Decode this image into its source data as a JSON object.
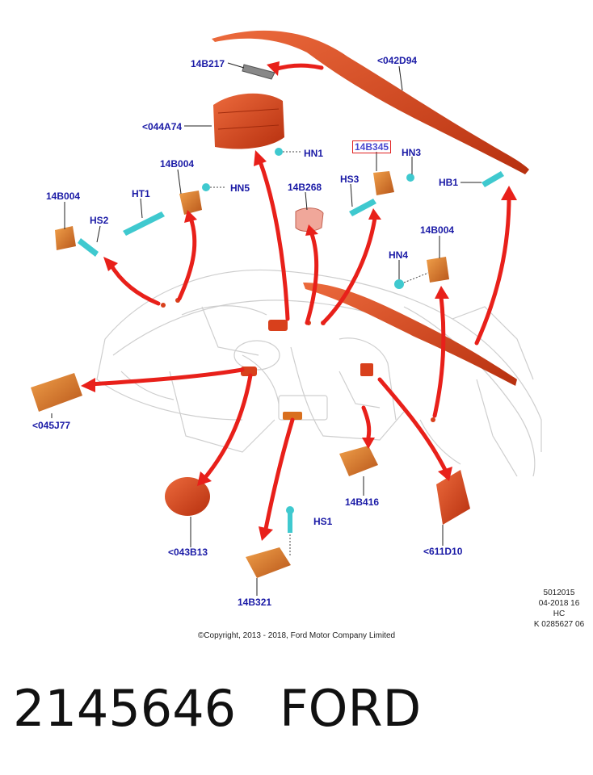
{
  "callouts": {
    "c042D94": "<042D94",
    "c14B217": "14B217",
    "c044A74": "<044A74",
    "cHN1": "HN1",
    "c14B345": "14B345",
    "cHN3": "HN3",
    "cHS3": "HS3",
    "cHB1": "HB1",
    "c14B004a": "14B004",
    "cHT1": "HT1",
    "cHN5": "HN5",
    "c14B268": "14B268",
    "c14B004b": "14B004",
    "cHS2": "HS2",
    "c14B004c": "14B004",
    "cHN4": "HN4",
    "c045J77": "<045J77",
    "c043B13": "<043B13",
    "cHS1": "HS1",
    "c14B321": "14B321",
    "c14B416": "14B416",
    "c611D10": "<611D10"
  },
  "meta": {
    "line1": "5012015",
    "line2": "04-2018 16",
    "line3": "HC",
    "line4": "K 0285627 06"
  },
  "copyright": "©Copyright, 2013 - 2018, Ford Motor Company Limited",
  "caption": {
    "part_number": "2145646",
    "brand": "FORD"
  },
  "colors": {
    "label": "#1a1aa6",
    "arrow": "#e8201a",
    "part_orange": "#d96f1e",
    "part_red": "#d8401c",
    "fastener": "#3fc9cf",
    "highlight_box": "#e02020"
  }
}
